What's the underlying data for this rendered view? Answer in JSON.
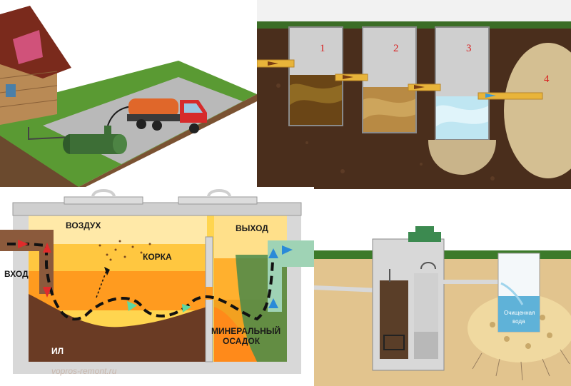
{
  "wells": {
    "labels": [
      "1",
      "2",
      "3",
      "4"
    ]
  },
  "septic": {
    "air_label": "ВОЗДУХ",
    "exit_label": "ВЫХОД",
    "entry_label": "ВХОД",
    "crust_label": "КОРКА",
    "sludge_label": "ИЛ",
    "mineral_label_line1": "МИНЕРАЛЬНЫЙ",
    "mineral_label_line2": "ОСАДОК",
    "watermark": "vopros-remont.ru"
  },
  "station": {
    "water_label_line1": "Очищенная",
    "water_label_line2": "вода"
  },
  "colors": {
    "grass": "#4f8a2c",
    "soil": "#4a2e1c",
    "pipe": "#e8b43a",
    "tank_green": "#3d6e36",
    "sludge": "#6a3b24",
    "water_blue": "#bfe6f2"
  }
}
